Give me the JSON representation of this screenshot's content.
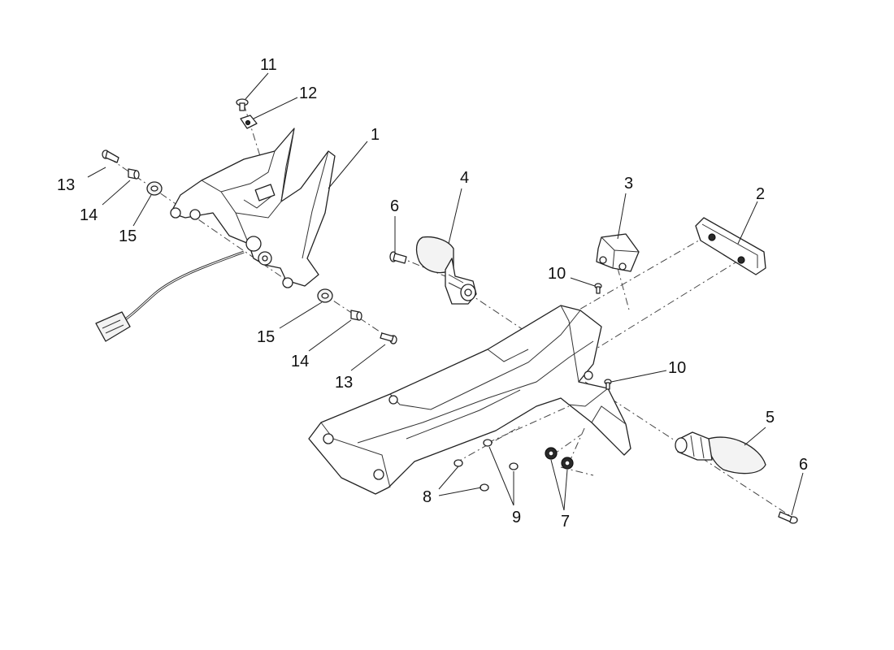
{
  "callouts": {
    "c1": "1",
    "c2": "2",
    "c3": "3",
    "c4": "4",
    "c5": "5",
    "c6a": "6",
    "c6b": "6",
    "c7": "7",
    "c8": "8",
    "c9": "9",
    "c10a": "10",
    "c10b": "10",
    "c11": "11",
    "c12": "12",
    "c13a": "13",
    "c13b": "13",
    "c14a": "14",
    "c14b": "14",
    "c15a": "15",
    "c15b": "15"
  }
}
